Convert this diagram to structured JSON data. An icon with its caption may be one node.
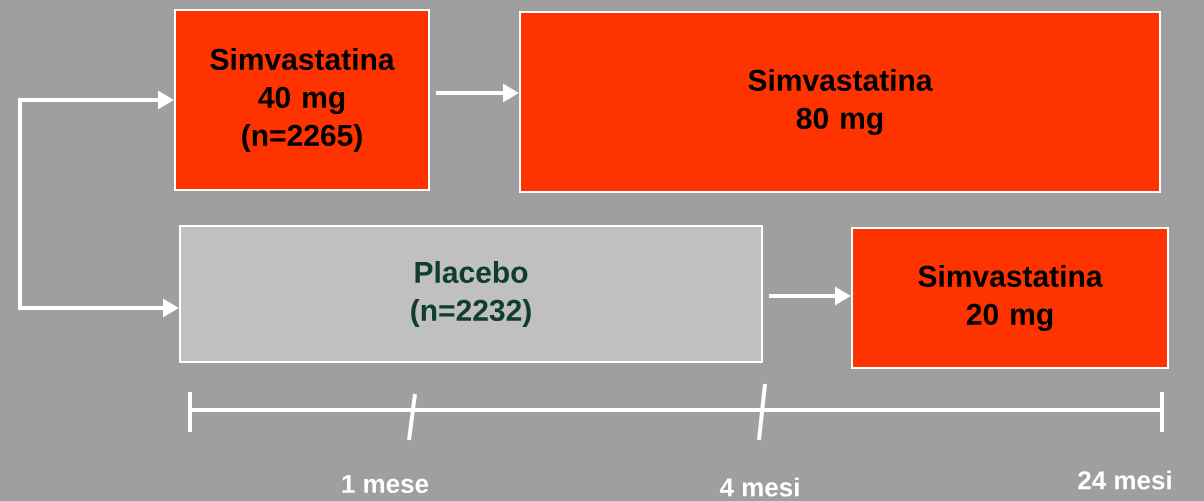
{
  "diagram": {
    "nodes": [
      {
        "text": [
          "Simvastatina 40 mg (n=2265)"
        ]
      },
      {
        "text": [
          "Simvastatina 80 mg"
        ]
      },
      {
        "text": [
          "Placebo (n=2232)"
        ]
      },
      {
        "text": [
          "Simvastatina 20 mg"
        ]
      }
    ],
    "edges": [
      {
        "from": null,
        "to": 0,
        "arrow": "to"
      },
      {
        "from": null,
        "to": 2,
        "arrow": "to"
      },
      {
        "from": 0,
        "to": 1,
        "arrow": "to"
      },
      {
        "from": 2,
        "to": 3,
        "arrow": "to"
      }
    ],
    "labels": [
      "1 mese",
      "4 mesi",
      "24 mesi"
    ]
  }
}
